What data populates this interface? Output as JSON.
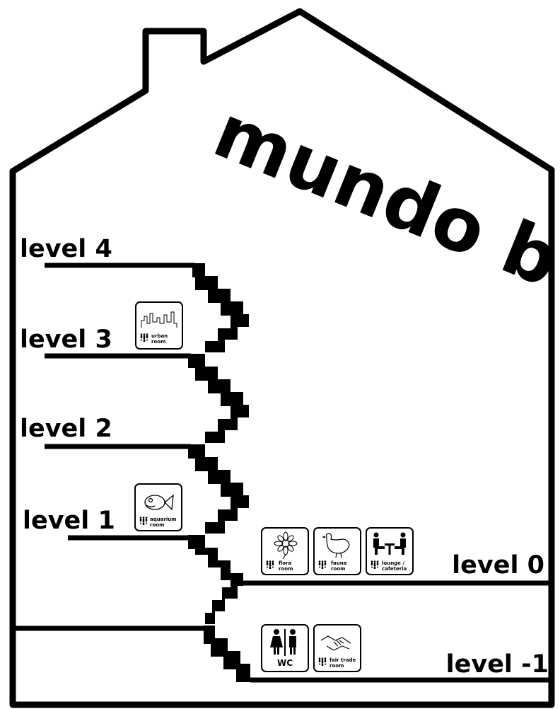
{
  "title": "mundo b",
  "levels": {
    "l4": "level 4",
    "l3": "level 3",
    "l2": "level 2",
    "l1": "level 1",
    "l0": "level 0",
    "lm1": "level -1"
  },
  "rooms": {
    "urban": {
      "line1": "urban",
      "line2": "room",
      "icon": "city-skyline-icon"
    },
    "aquarium": {
      "line1": "aquarium",
      "line2": "room",
      "icon": "fish-icon"
    },
    "flora": {
      "line1": "flora",
      "line2": "room",
      "icon": "flower-icon"
    },
    "fauna": {
      "line1": "fauna",
      "line2": "room",
      "icon": "hen-icon"
    },
    "lounge": {
      "line1": "lounge /",
      "line2": "cafeteria",
      "icon": "table-chairs-icon"
    },
    "wc": {
      "label": "WC",
      "icon": "toilet-people-icon"
    },
    "fairtrade": {
      "line1": "fair trade",
      "line2": "room",
      "icon": "handshake-icon"
    }
  }
}
